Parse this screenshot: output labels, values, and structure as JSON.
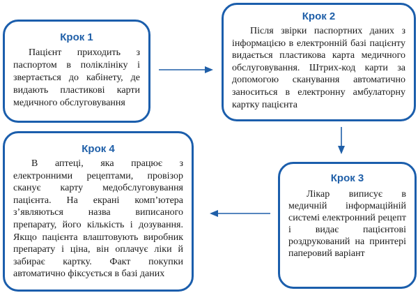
{
  "colors": {
    "border": "#1b5eac",
    "title": "#1f5fa8",
    "arrow": "#1f5fa8",
    "text": "#1a1a1a",
    "background": "#ffffff"
  },
  "steps": [
    {
      "title": "Крок 1",
      "text": "Пацієнт приходить з паспортом в поліклініку і звертається до кабінету, де видають пластикові карти медичного обслуговування"
    },
    {
      "title": "Крок 2",
      "text": "Після звірки паспортних даних з інформацією в електронній базі пацієнту видається пластикова карта медичного обслуговування. Штрих-код карти за допомогою сканування автоматично заноситься в електронну амбулаторну картку пацієнта"
    },
    {
      "title": "Крок 3",
      "text": "Лікар виписує в медичній інформаційній системі електронний рецепт і видає пацієнтові роздрукований на принтері паперовий варіант"
    },
    {
      "title": "Крок 4",
      "text": "В аптеці, яка працює з електронними рецептами, провізор сканує карту медобслуговування пацієнта. На екрані комп’ютера з’являються назва виписаного препарату, його кількість і дозування. Якщо пацієнта влаштовують виробник препарату і ціна, він оплачує ліки й забирає картку. Факт покупки автоматично фіксується в базі даних"
    }
  ],
  "arrows": [
    {
      "from": "Крок 1",
      "to": "Крок 2",
      "direction": "right"
    },
    {
      "from": "Крок 2",
      "to": "Крок 3",
      "direction": "down"
    },
    {
      "from": "Крок 3",
      "to": "Крок 4",
      "direction": "left"
    }
  ]
}
